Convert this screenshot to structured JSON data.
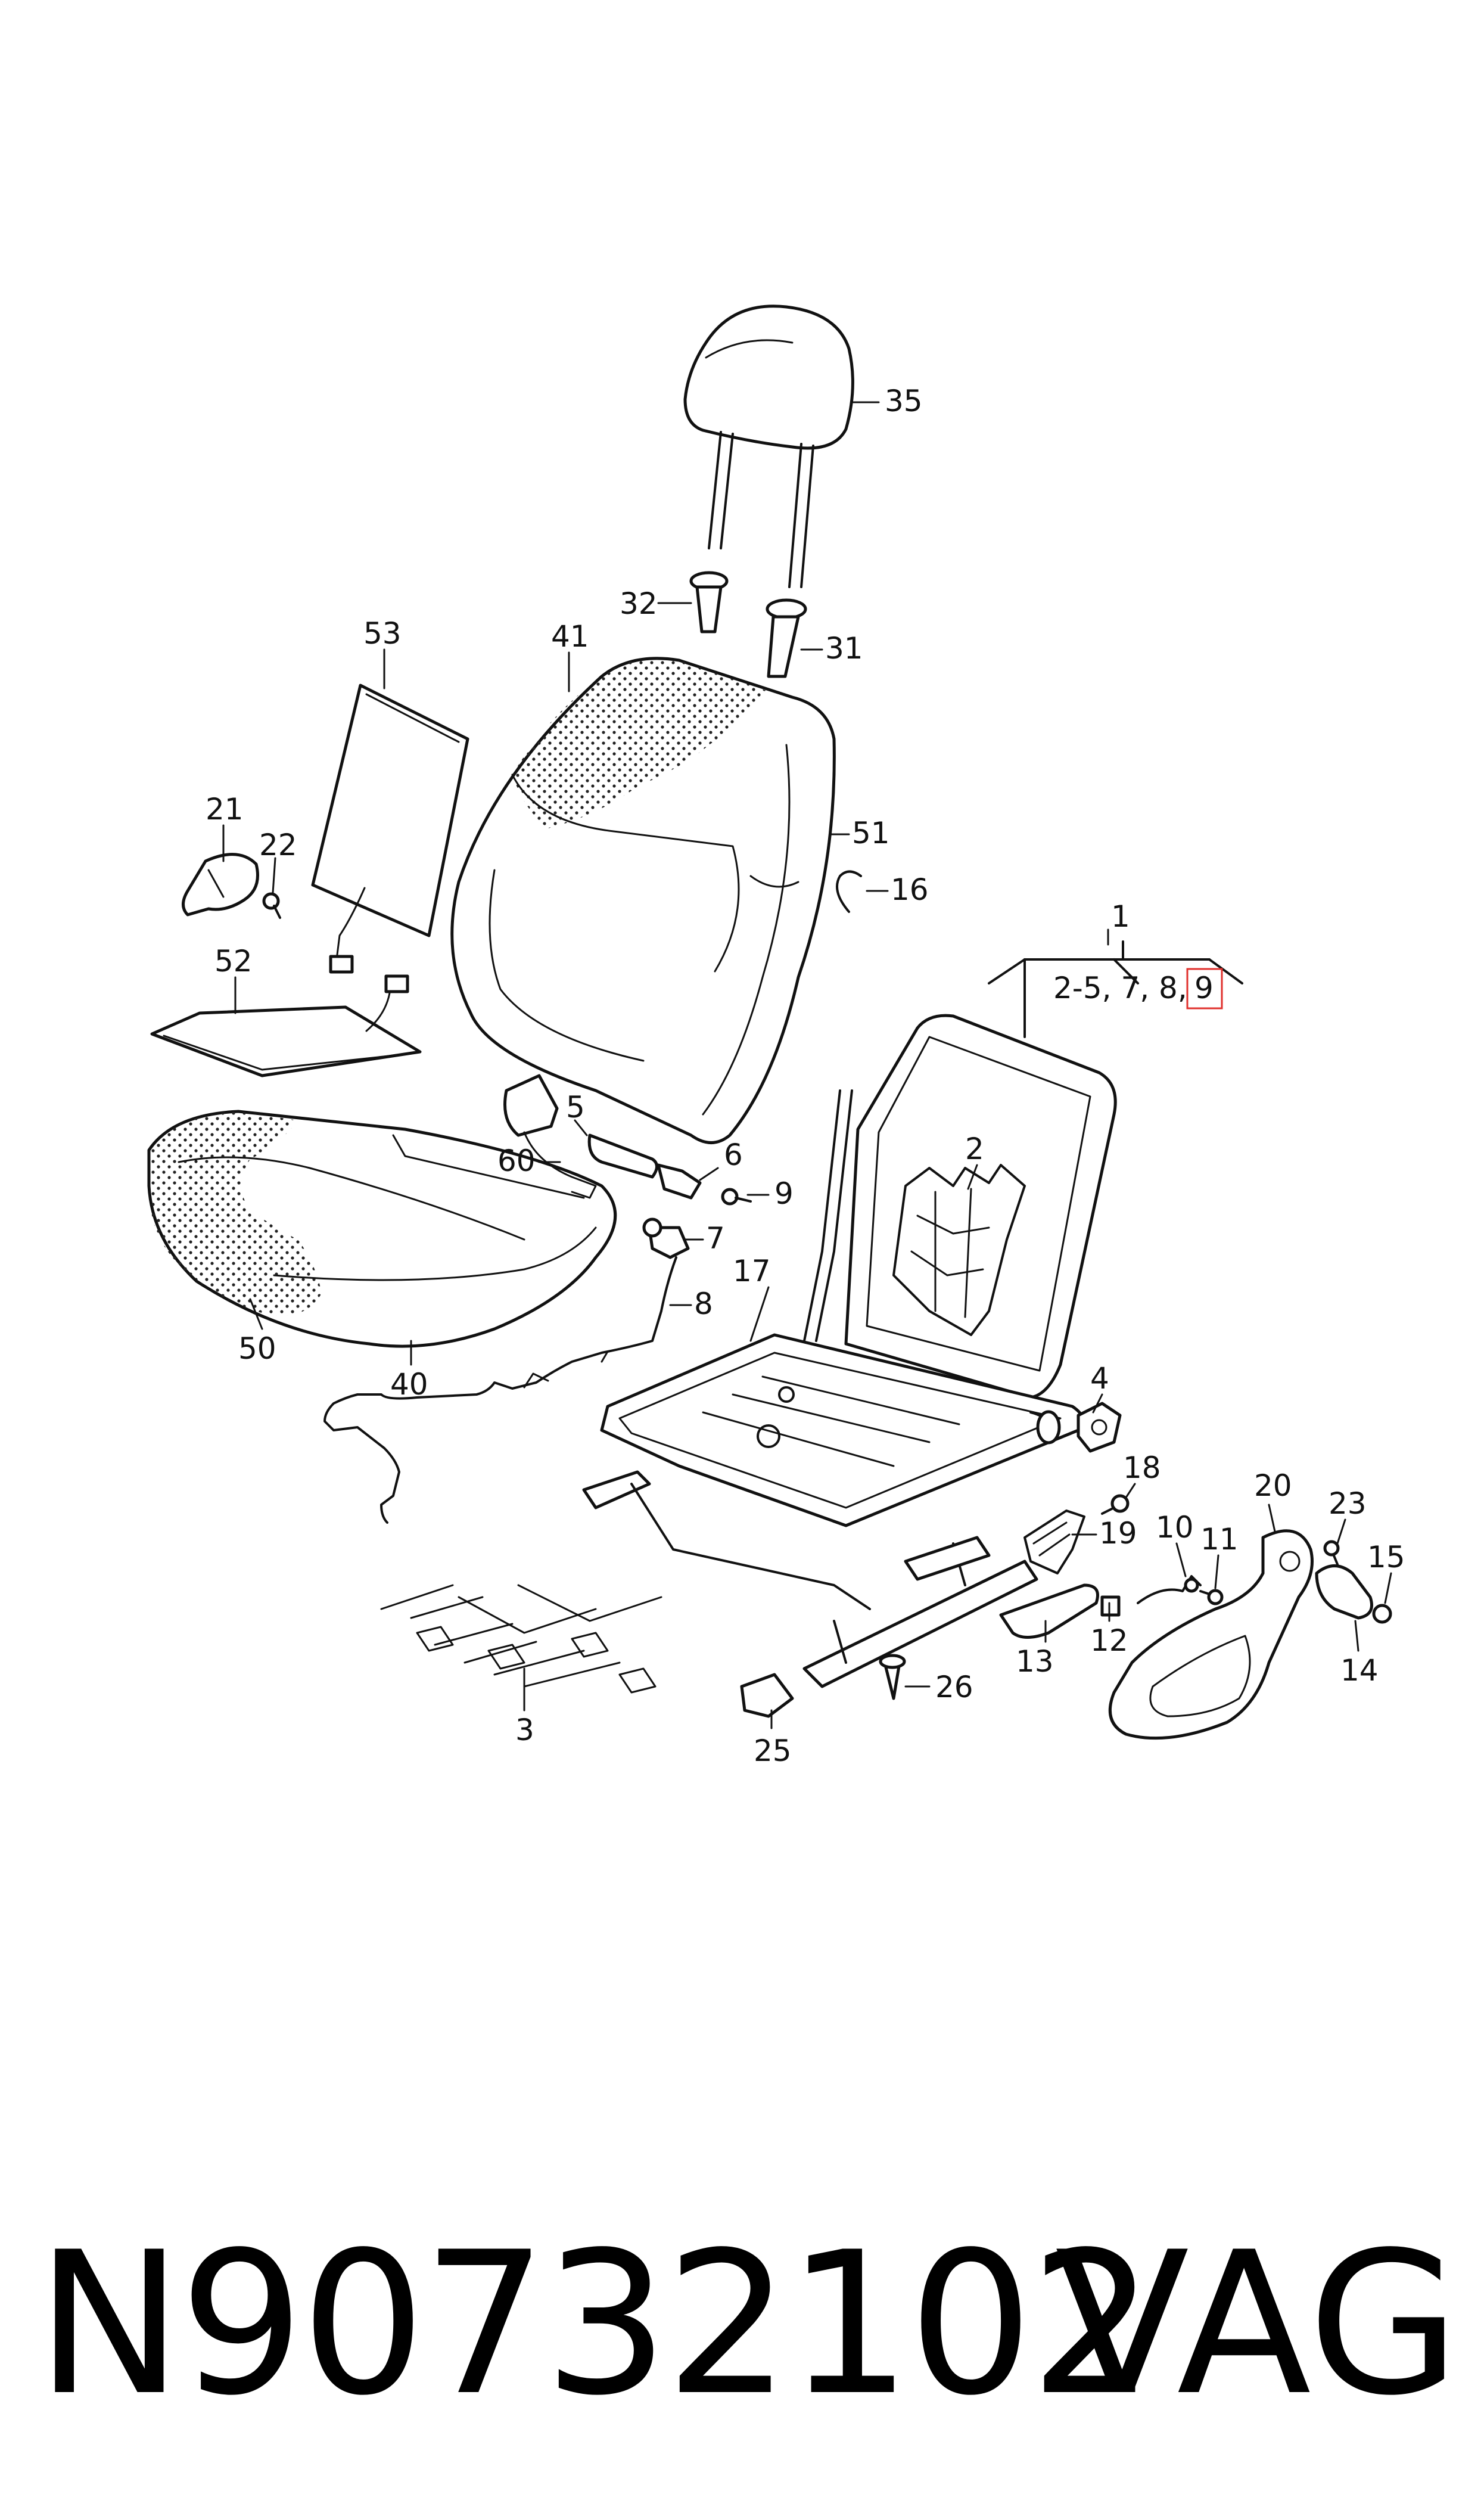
{
  "diagram": {
    "callouts": [
      "35",
      "32",
      "31",
      "53",
      "41",
      "51",
      "16",
      "21",
      "22",
      "52",
      "1",
      "2-5,  7, 8,",
      "9",
      "5",
      "6",
      "9",
      "60",
      "7",
      "8",
      "2",
      "17",
      "4",
      "18",
      "19",
      "20",
      "23",
      "15",
      "10",
      "11",
      "14",
      "12",
      "13",
      "26",
      "25",
      "40",
      "50",
      "3"
    ],
    "highlight_color": "#e0312d"
  },
  "footer": {
    "part_number": "N90732102",
    "brand": "VAG"
  }
}
